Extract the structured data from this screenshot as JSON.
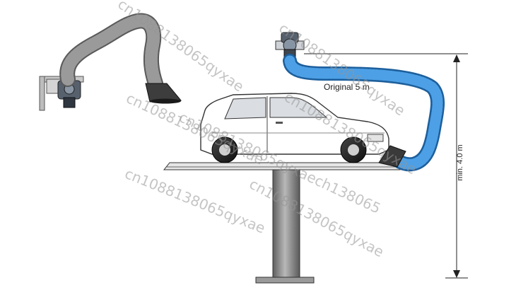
{
  "labels": {
    "hose": "Original 5 m",
    "height": "min. 4.0 m"
  },
  "watermark": {
    "text": "cn1088138065qyxae",
    "text_alt": "cn1088138065qyxaech138065"
  },
  "colors": {
    "hose_blue": "#2f7fc4",
    "hose_grey": "#6f6f6f",
    "lift_grey": "#8d8d8d",
    "nozzle_dark": "#3a3a3a",
    "fan_housing": "#556070"
  },
  "icons": {
    "car": "hatchback-car",
    "lift": "single-post-lift",
    "fan": "extraction-fan",
    "nozzle": "exhaust-nozzle"
  }
}
